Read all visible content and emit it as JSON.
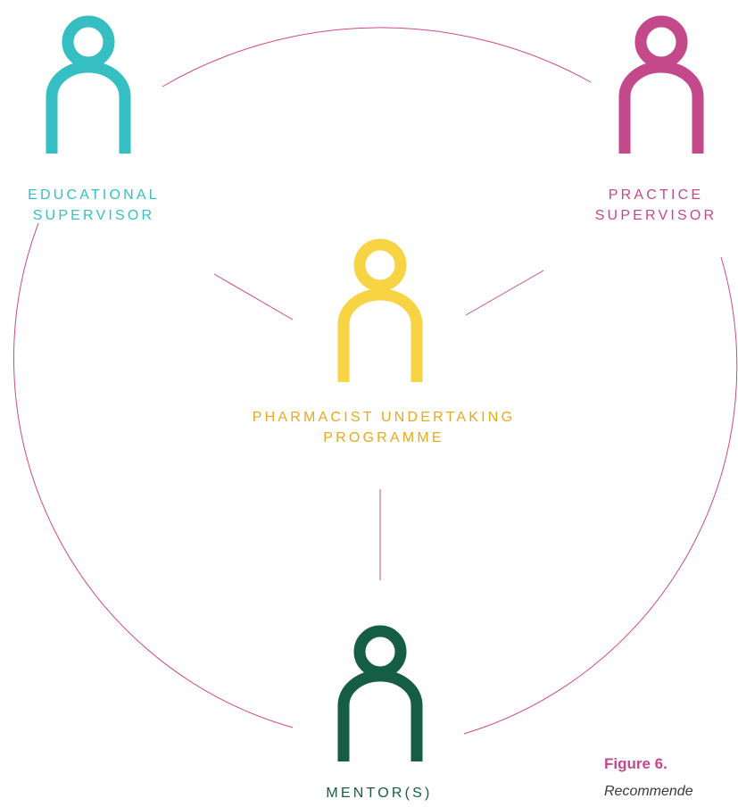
{
  "colors": {
    "educational": "#35bfc2",
    "practice": "#c4498b",
    "pharmacist": "#f7d443",
    "pharmacist_text": "#e9a91c",
    "mentor": "#155e45",
    "connector": "#cc4a8c",
    "caption_title": "#c4498b"
  },
  "icons": {
    "educational": "person-icon",
    "practice": "person-icon",
    "pharmacist": "person-icon",
    "mentor": "person-icon"
  },
  "roles": {
    "educational": {
      "line1": "EDUCATIONAL",
      "line2": "SUPERVISOR"
    },
    "practice": {
      "line1": "PRACTICE",
      "line2": "SUPERVISOR"
    },
    "pharmacist": {
      "line1": "PHARMACIST UNDERTAKING",
      "line2": "PROGRAMME"
    },
    "mentor": {
      "line1": "MENTOR(S)"
    }
  },
  "caption": {
    "title": "Figure 6.",
    "text": "Recommende"
  }
}
